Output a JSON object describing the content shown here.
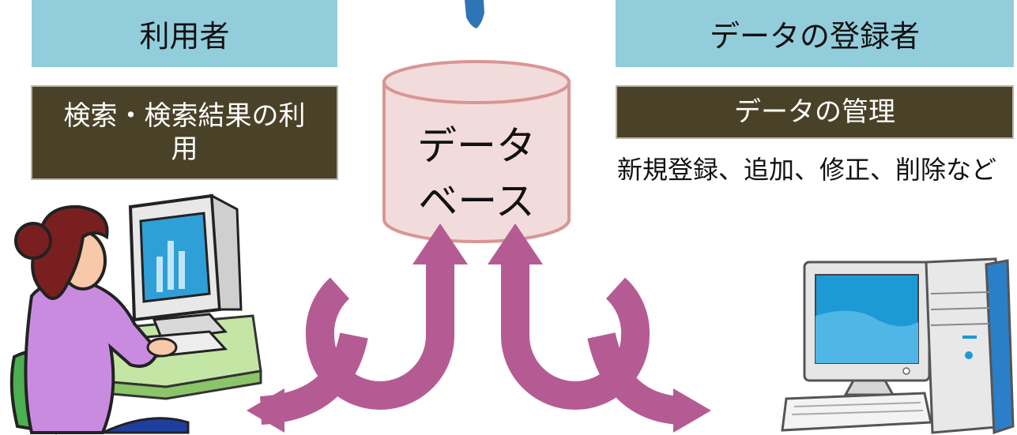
{
  "user": {
    "title": "利用者",
    "action": "検索・検索結果の利用"
  },
  "admin": {
    "title": "データの登録者",
    "action": "データの管理",
    "description": "新規登録、追加、修正、削除など"
  },
  "database": {
    "line1": "データ",
    "line2": "ベース"
  },
  "colors": {
    "header_bg": "#92cddc",
    "action_bg": "#4a4228",
    "cylinder_fill": "#f2dcdb",
    "cylinder_stroke": "#d99694",
    "arrow": "#b55b93",
    "top_arrow": "#2e75b6"
  }
}
